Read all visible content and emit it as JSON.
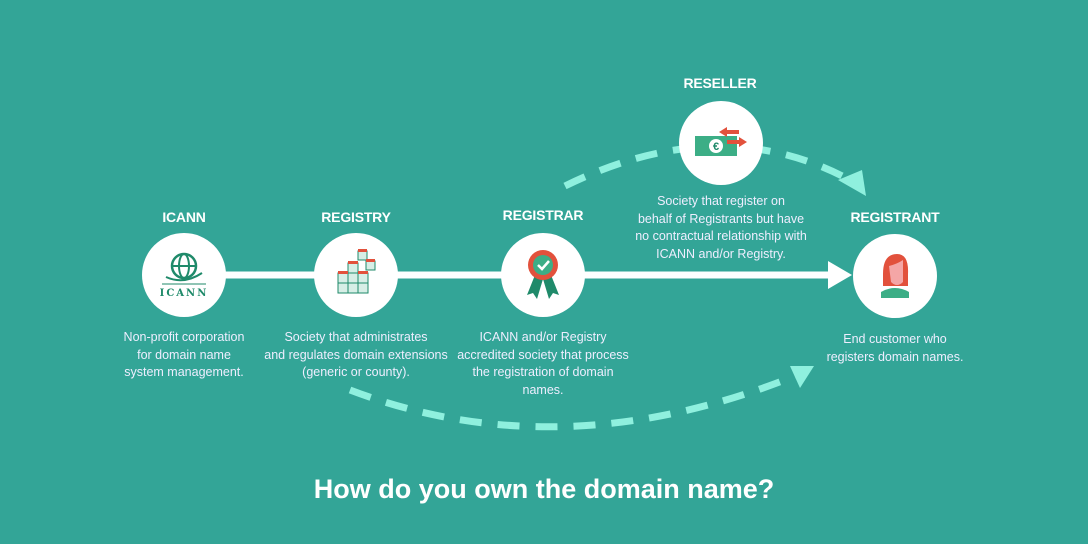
{
  "nodes": {
    "icann": {
      "title": "ICANN",
      "logo_text": "ICANN",
      "desc": [
        "Non-profit corporation",
        "for domain name",
        "system management."
      ]
    },
    "registry": {
      "title": "REGISTRY",
      "desc": [
        "Society that administrates",
        "and regulates domain extensions",
        "(generic or county)."
      ]
    },
    "registrar": {
      "title": "REGISTRAR",
      "desc": [
        "ICANN and/or Registry",
        "accredited society that process",
        "the registration of domain",
        "names."
      ]
    },
    "reseller": {
      "title": "RESELLER",
      "desc": [
        "Society that register on",
        "behalf of Registrants but have",
        "no contractual relationship with",
        "ICANN and/or Registry."
      ]
    },
    "registrant": {
      "title": "REGISTRANT",
      "desc": [
        "End customer who",
        "registers domain names."
      ]
    }
  },
  "main_title": "How do you own the domain name?",
  "colors": {
    "background": "#33a597",
    "dashed": "#8ff0de",
    "icon_green": "#1f8a6a",
    "icon_red": "#e2513c"
  }
}
